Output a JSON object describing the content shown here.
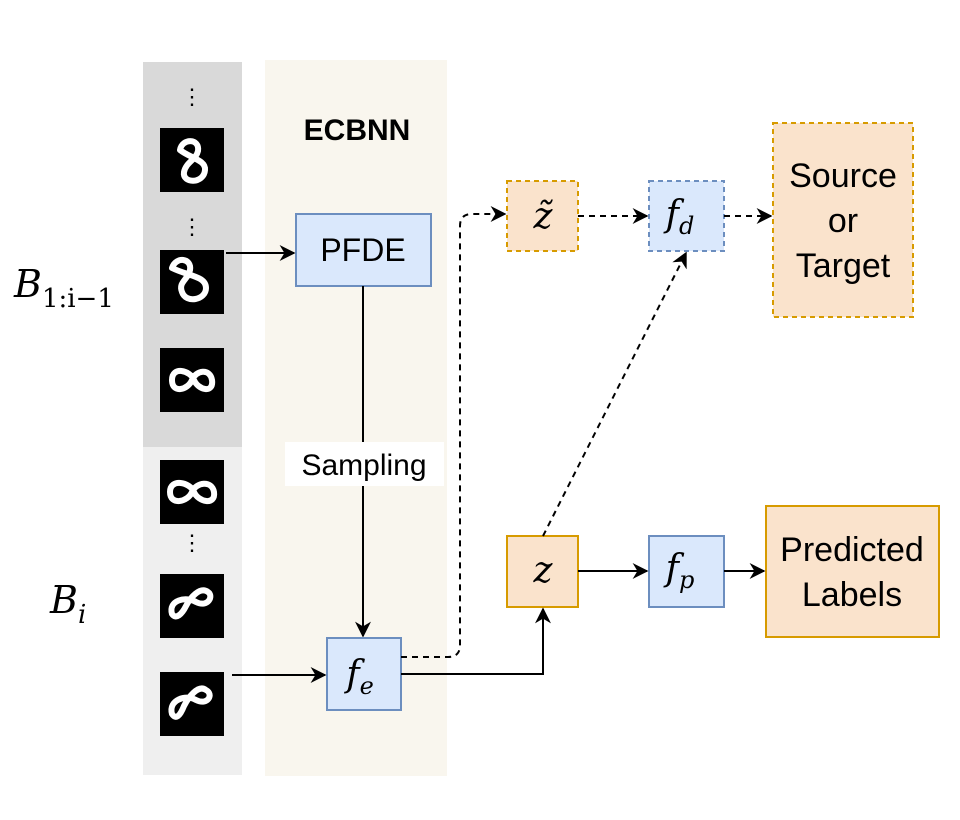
{
  "labels": {
    "ecbnn": "ECBNN",
    "pfde": "PFDE",
    "sampling": "Sampling",
    "b_prev_main": "B",
    "b_prev_sub": "1:i−1",
    "b_cur_main": "B",
    "b_cur_sub": "i",
    "ellipsis": "⋮"
  },
  "nodes": {
    "z_tilde": "z̃",
    "z": "z",
    "f_d_main": "f",
    "f_d_sub": "d",
    "f_p_main": "f",
    "f_p_sub": "p",
    "f_e_main": "f",
    "f_e_sub": "e",
    "source_target_lines": [
      "Source",
      "or",
      "Target"
    ],
    "predicted_labels_lines": [
      "Predicted",
      "Labels"
    ]
  },
  "colors": {
    "gray_dark_panel": "#d9d9d9",
    "gray_light_panel": "#efefef",
    "ecbnn_panel": "#f9f6ee",
    "blue_fill": "#dae8fc",
    "blue_stroke": "#6c8ebf",
    "orange_fill": "#fae3cc",
    "orange_stroke": "#d79b00",
    "digit_bg": "#000000",
    "digit_fg": "#ffffff"
  }
}
